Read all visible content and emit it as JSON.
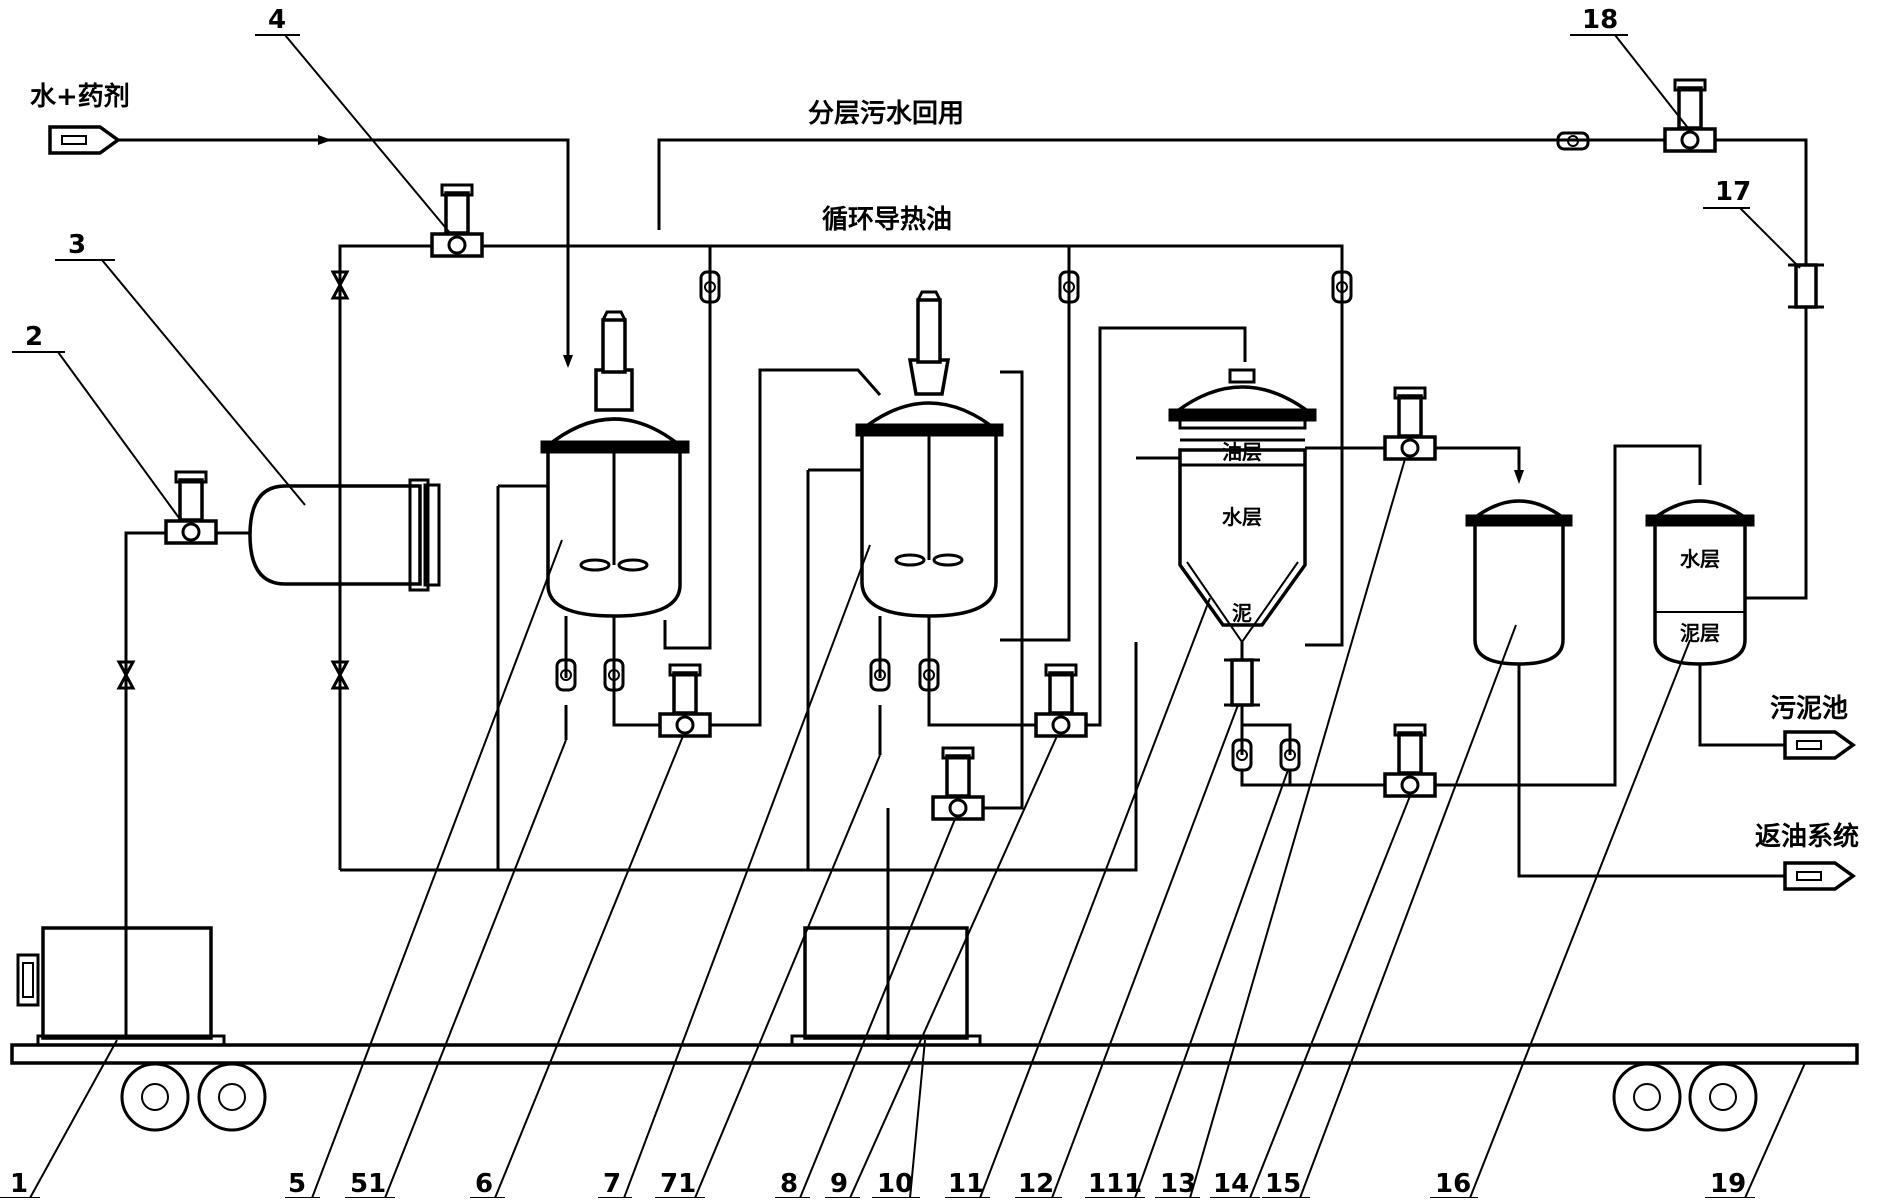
{
  "labels": {
    "water_agent": "水+药剂",
    "recycle_wastewater": "分层污水回用",
    "circulating_oil": "循环导热油",
    "oil_layer": "油层",
    "water_layer_sep": "水层",
    "mud_sep": "泥",
    "water_layer_tank": "水层",
    "mud_layer_tank": "泥层",
    "sludge_pool": "污泥池",
    "oil_return": "返油系统"
  },
  "callouts": [
    "1",
    "2",
    "3",
    "4",
    "5",
    "51",
    "6",
    "7",
    "71",
    "8",
    "9",
    "10",
    "11",
    "12",
    "111",
    "13",
    "14",
    "15",
    "16",
    "17",
    "18",
    "19"
  ],
  "colors": {
    "line": "#000000",
    "background": "#ffffff"
  }
}
